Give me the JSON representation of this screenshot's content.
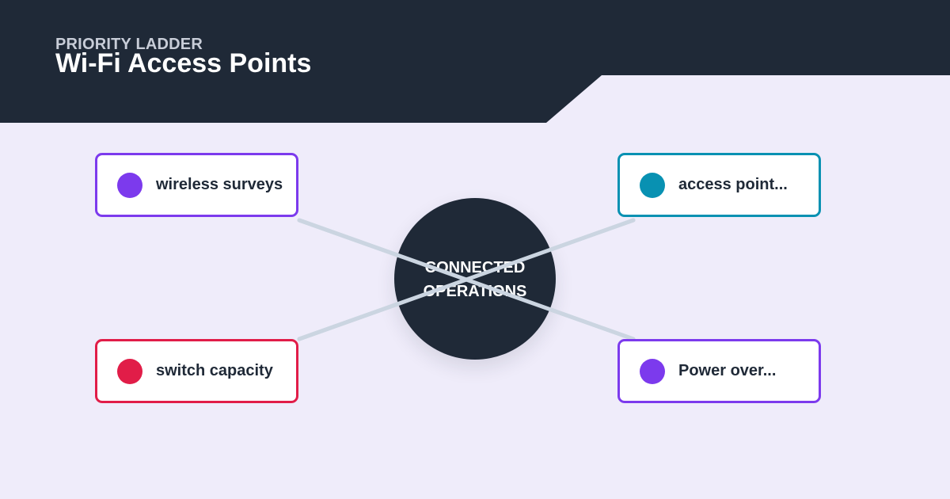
{
  "header": {
    "eyebrow": "PRIORITY LADDER",
    "title": "Wi-Fi Access Points"
  },
  "hub": {
    "line1": "CONNECTED",
    "line2": "OPERATIONS"
  },
  "nodes": [
    {
      "label": "wireless surveys",
      "color": "#7c3aed"
    },
    {
      "label": "access point...",
      "color": "#0891b2"
    },
    {
      "label": "switch capacity",
      "color": "#e11d48"
    },
    {
      "label": "Power over...",
      "color": "#7c3aed"
    }
  ],
  "colors": {
    "header_bg": "#1f2937",
    "page_bg": "#efecfa",
    "connector": "#cbd5e1"
  }
}
